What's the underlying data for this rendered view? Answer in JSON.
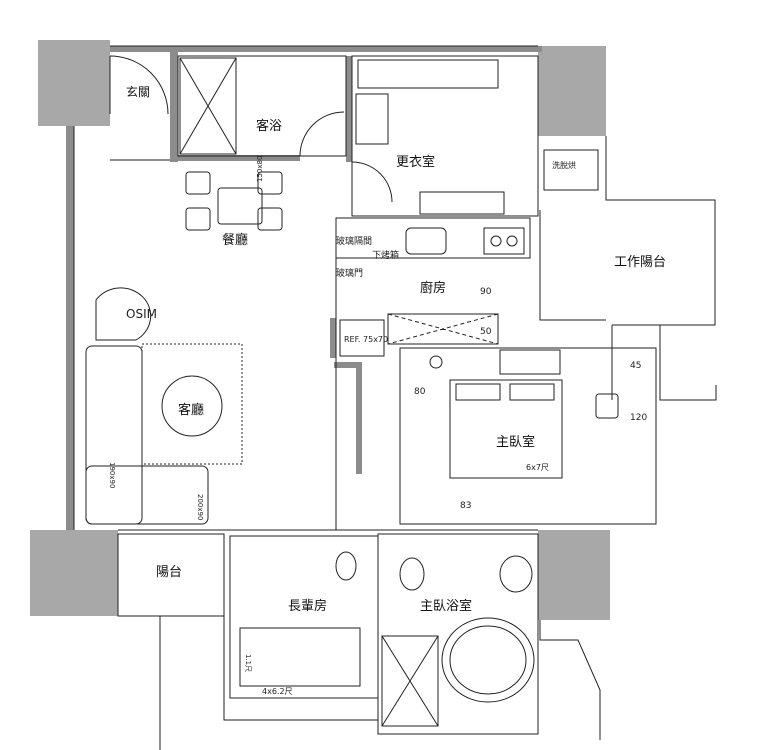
{
  "rooms": {
    "entrance": "玄關",
    "guest_bath": "客浴",
    "walk_in_closet": "更衣室",
    "dining": "餐廳",
    "kitchen": "廚房",
    "work_balcony": "工作陽台",
    "living": "客廳",
    "master_bedroom": "主臥室",
    "balcony": "陽台",
    "elder_room": "長輩房",
    "master_bath": "主臥浴室"
  },
  "notes": {
    "glass_partition": "玻璃隔間",
    "oven": "下烤箱",
    "glass_door": "玻璃門",
    "osim": "OSIM",
    "fridge": "REF. 75x70",
    "washer_dryer": "洗脫烘",
    "dining_table_size": "150x80",
    "sofa_size_a": "190x90",
    "sofa_size_b": "200x90",
    "bed_size": "6x7尺",
    "elder_bed_size": "4x6.2尺",
    "elder_bed_mark": "1.1尺"
  },
  "dimensions": {
    "d90": "90",
    "d50": "50",
    "d80": "80",
    "d45": "45",
    "d120": "120",
    "d83": "83"
  },
  "colors": {
    "column": "#a8a8a8",
    "wall": "#8c8c8c",
    "line": "#222222"
  }
}
